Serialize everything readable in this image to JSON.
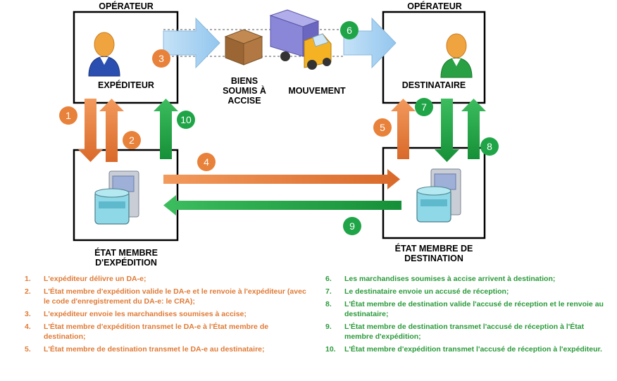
{
  "labels": {
    "operator_left": "OPÉRATEUR",
    "operator_right": "OPÉRATEUR",
    "expediteur": "EXPÉDITEUR",
    "destinataire": "DESTINATAIRE",
    "goods": "BIENS SOUMIS À ACCISE",
    "movement": "MOUVEMENT",
    "ms_expedition": "ÉTAT MEMBRE D'EXPÉDITION",
    "ms_destination": "ÉTAT MEMBRE DE DESTINATION"
  },
  "steps": [
    "1",
    "2",
    "3",
    "4",
    "5",
    "6",
    "7",
    "8",
    "9",
    "10"
  ],
  "legend_left": [
    {
      "num": "1.",
      "text": "L'expéditeur délivre un DA-e;"
    },
    {
      "num": "2.",
      "text": "L'État membre d'expédition valide le DA-e et le renvoie à l'expéditeur (avec le code d'enregistrement du DA-e: le CRA);"
    },
    {
      "num": "3.",
      "text": "L'expéditeur envoie les marchandises soumises à accise;"
    },
    {
      "num": "4.",
      "text": "L'État membre d'expédition transmet le DA-e à l'État membre de destination;"
    },
    {
      "num": "5.",
      "text": "L'État membre de destination transmet le DA-e au destinataire;"
    }
  ],
  "legend_right": [
    {
      "num": "6.",
      "text": "Les marchandises soumises à accise arrivent à destination;"
    },
    {
      "num": "7.",
      "text": "Le destinataire envoie un accusé de réception;"
    },
    {
      "num": "8.",
      "text": "L'État membre de destination valide l'accusé de réception et le renvoie au destinataire;"
    },
    {
      "num": "9.",
      "text": "L'État membre de destination transmet l'accusé de réception à l'État membre d'expédition;"
    },
    {
      "num": "10.",
      "text": "L'État membre d'expédition transmet l'accusé de réception à l'expéditeur."
    }
  ],
  "colors": {
    "orange": "#e8813a",
    "green": "#1fa547",
    "light_blue": "#a9d3f2"
  }
}
